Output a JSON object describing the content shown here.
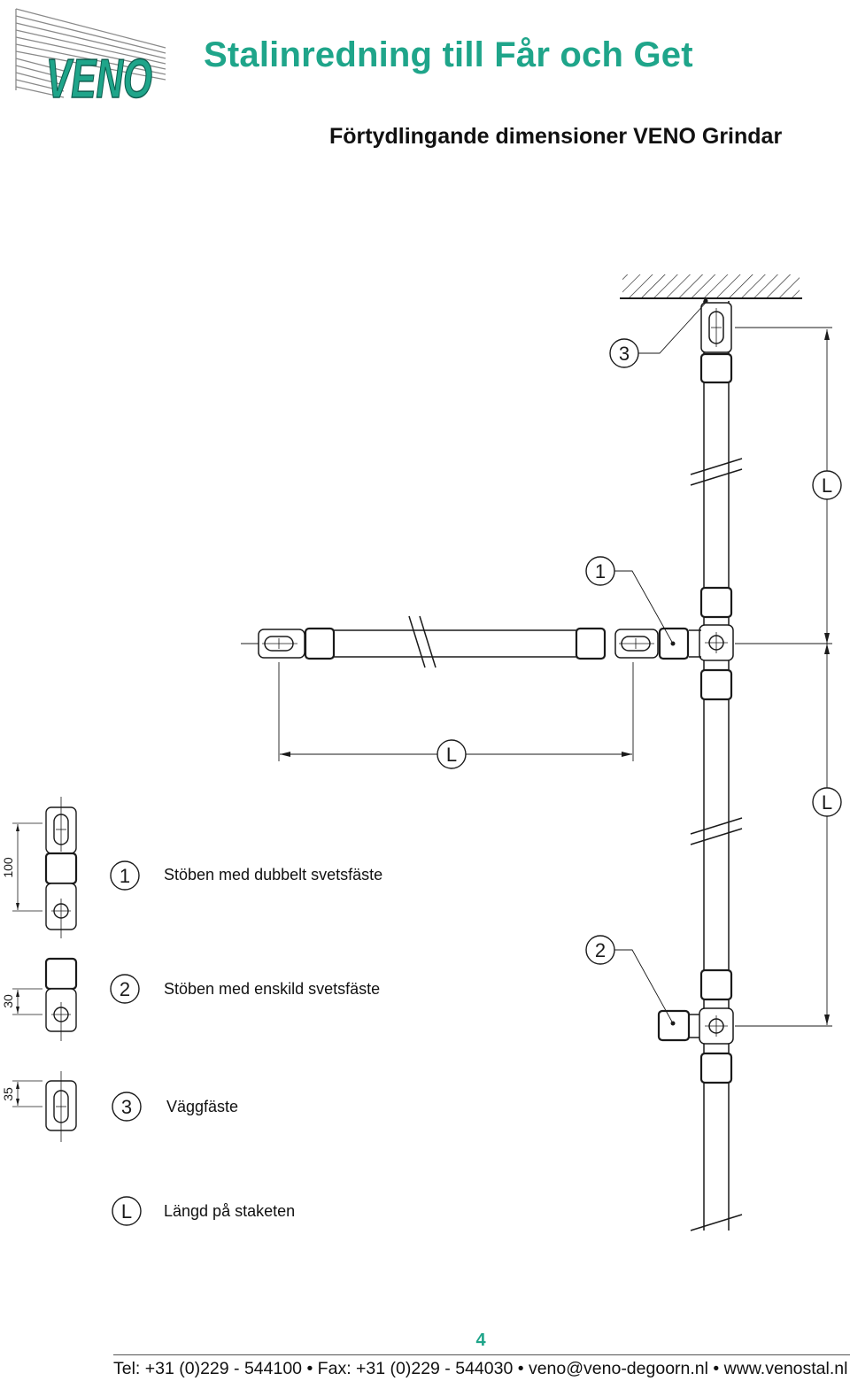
{
  "header": {
    "logo_text": "VENO",
    "title": "Stalinredning till Får och Get",
    "subtitle": "Förtydlingande dimensioner VENO Grindar"
  },
  "diagram": {
    "callouts": {
      "c1": "1",
      "c2": "2",
      "c3": "3",
      "length": "L"
    }
  },
  "legend": {
    "items": [
      {
        "number": "1",
        "label": "Stöben med dubbelt svetsfäste",
        "dimension": "100"
      },
      {
        "number": "2",
        "label": "Stöben med enskild svetsfäste",
        "dimension": "30"
      },
      {
        "number": "3",
        "label": "Väggfäste",
        "dimension": "35"
      },
      {
        "number": "L",
        "label": "Längd på staketen"
      }
    ]
  },
  "footer": {
    "page_number": "4",
    "contact": "Tel: +31 (0)229 - 544100 • Fax: +31 (0)229 - 544030 • veno@veno-degoorn.nl • www.venostal.nl"
  },
  "colors": {
    "brand": "#1fa58a",
    "line": "#1a1a1a"
  }
}
